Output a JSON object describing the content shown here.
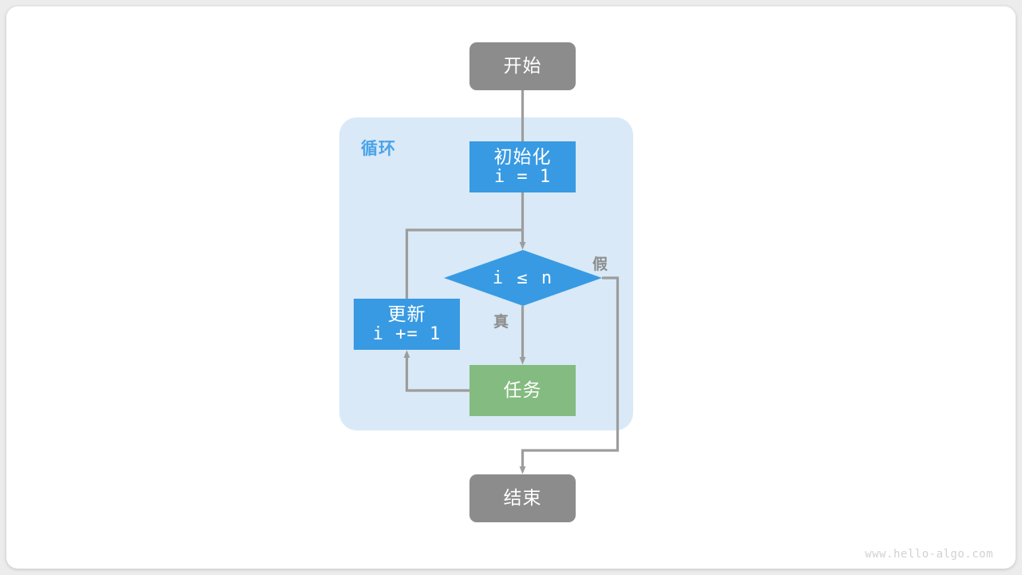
{
  "diagram": {
    "title_watermark": "www.hello-algo.com",
    "colors": {
      "terminal": "#8c8c8c",
      "process_blue": "#389ae2",
      "process_green": "#84bb80",
      "loop_container": "#d9e9f7",
      "loop_label": "#4aa3e8",
      "wire": "#9d9d9d",
      "canvas": "#ffffff",
      "page_background": "#ececec"
    },
    "nodes": {
      "start": {
        "label": "开始",
        "shape": "rounded-terminal"
      },
      "init": {
        "label_line1": "初始化",
        "label_line2": "i = 1",
        "shape": "rectangle"
      },
      "condition": {
        "label": "i ≤ n",
        "shape": "diamond"
      },
      "update": {
        "label_line1": "更新",
        "label_line2": "i += 1",
        "shape": "rectangle"
      },
      "task": {
        "label": "任务",
        "shape": "rectangle"
      },
      "end": {
        "label": "结束",
        "shape": "rounded-terminal"
      }
    },
    "loop_container": {
      "label": "循环"
    },
    "edge_labels": {
      "true_branch": "真",
      "false_branch": "假"
    }
  }
}
